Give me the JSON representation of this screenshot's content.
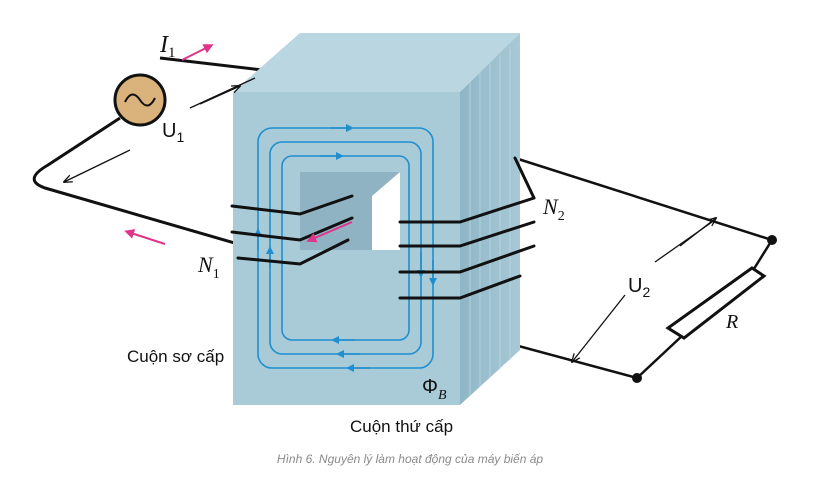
{
  "labels": {
    "i1_symbol": "I",
    "i1_sub": "1",
    "u1_symbol": "U",
    "u1_sub": "1",
    "n1_symbol": "N",
    "n1_sub": "1",
    "n2_symbol": "N",
    "n2_sub": "2",
    "u2_symbol": "U",
    "u2_sub": "2",
    "r_symbol": "R",
    "phi_symbol": "Φ",
    "phi_sub": "B",
    "primary_coil": "Cuộn sơ cấp",
    "secondary_coil": "Cuộn thứ cấp"
  },
  "caption": "Hình 6. Nguyên lý làm hoạt động của máy biến áp",
  "colors": {
    "core_front": "#a9cbd8",
    "core_side": "#9cc0ce",
    "core_top": "#bad6e1",
    "flux": "#1f8fd0",
    "wire": "#111111",
    "current_arrow": "#e0338a",
    "source_fill": "#d9b27c",
    "caption": "#8a8a8a"
  },
  "icons": {
    "source": "ac-source-icon",
    "resistor": "resistor-icon"
  }
}
